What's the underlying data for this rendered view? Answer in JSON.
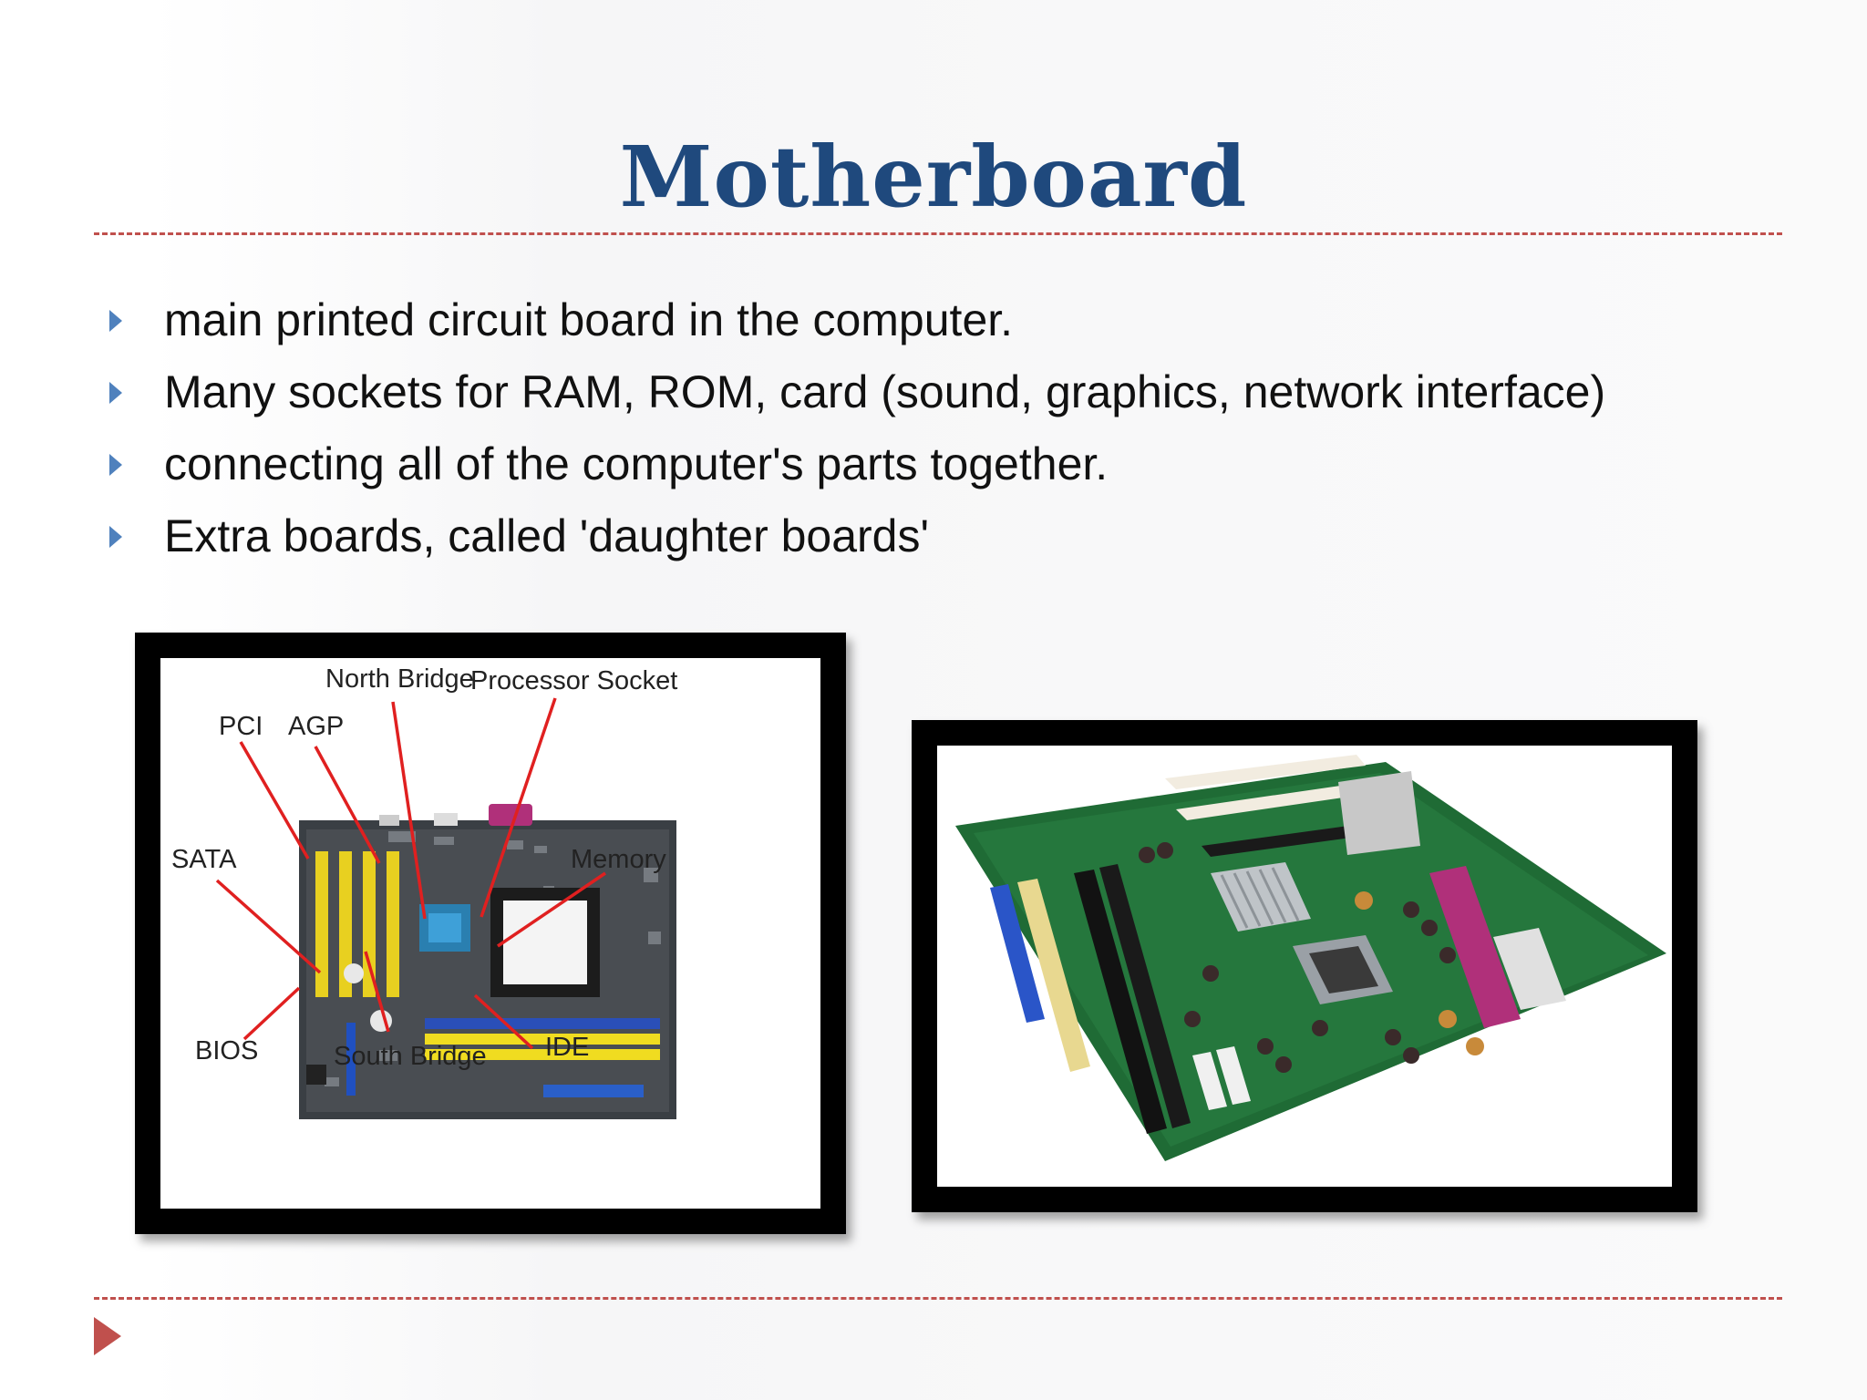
{
  "slide": {
    "title": "Motherboard",
    "bullets": [
      "main printed circuit board in the computer.",
      "Many sockets for RAM, ROM, card (sound, graphics, network interface)",
      "connecting all of the computer's parts together.",
      "Extra boards, called 'daughter boards'"
    ],
    "bullet_icon": "blue-triangle-bullet",
    "nav_icon": "red-triangle-arrow"
  },
  "diagram": {
    "labels": {
      "north_bridge": "North Bridge",
      "processor_socket": "Processor Socket",
      "pci": "PCI",
      "agp": "AGP",
      "sata": "SATA",
      "memory": "Memory",
      "bios": "BIOS",
      "south_bridge": "South Bridge",
      "ide": "IDE"
    }
  },
  "colors": {
    "title": "#1f497d",
    "rule": "#c0504d",
    "bullet": "#4f81bd",
    "leader_line": "#e02020"
  }
}
